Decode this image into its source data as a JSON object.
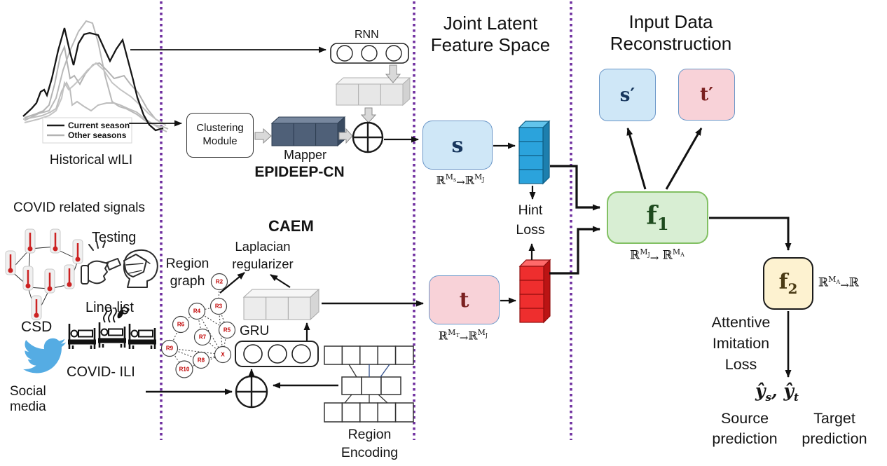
{
  "dividers": {
    "color": "#7030a0"
  },
  "historical_wili": {
    "title": "Historical wILI",
    "legend": {
      "current": "Current season",
      "other": "Other seasons",
      "current_color": "#1a1a1a",
      "other_color": "#b3b3b3"
    }
  },
  "epideep": {
    "rnn_label": "RNN",
    "clustering_line1": "Clustering",
    "clustering_line2": "Module",
    "mapper_label": "Mapper",
    "title": "EPIDEEP-CN"
  },
  "covid_signals": {
    "title": "COVID related signals",
    "testing_label": "Testing",
    "linelist_label": "Line-list",
    "csd_label": "CSD",
    "covid_ili_label": "COVID- ILI",
    "social_line1": "Social",
    "social_line2": "media",
    "twitter_color": "#55ace3"
  },
  "caem": {
    "title": "CAEM",
    "laplacian_line1": "Laplacian",
    "laplacian_line2": "regularizer",
    "region_graph_line1": "Region",
    "region_graph_line2": "graph",
    "gru_label": "GRU",
    "region_encoding_line1": "Region",
    "region_encoding_line2": "Encoding",
    "node_color": "#c00000",
    "nodes": [
      "R2",
      "R3",
      "R4",
      "R6",
      "R5",
      "R7",
      "R9",
      "X",
      "R8",
      "R10"
    ]
  },
  "joint_space": {
    "title_line1": "Joint Latent",
    "title_line2": "Feature Space",
    "s_label": "s",
    "t_label": "t",
    "s_fill": "#cfe7f7",
    "t_fill": "#f8d2d8",
    "blue_stack_color": "#2ba3dc",
    "red_stack_color": "#ee2e2e",
    "s_map": {
      "r1": "ℝ",
      "m1": "M",
      "s1": "s",
      "arrow": "→",
      "r2": "ℝ",
      "m2": "M",
      "s2": "J"
    },
    "t_map": {
      "r1": "ℝ",
      "m1": "M",
      "s1": "T",
      "arrow": "→",
      "r2": "ℝ",
      "m2": "M",
      "s2": "J"
    },
    "hint_line1": "Hint",
    "hint_line2": "Loss"
  },
  "reconstruction": {
    "title_line1": "Input Data",
    "title_line2": "Reconstruction",
    "s_prime_label": "s′",
    "t_prime_label": "t′"
  },
  "output": {
    "f1_base": "f",
    "f1_sub": "1",
    "f2_base": "f",
    "f2_sub": "2",
    "f1_fill": "#d8eed3",
    "f1_border": "#82c063",
    "f2_fill": "#fdf2d0",
    "f1_map": {
      "r1": "ℝ",
      "m1": "M",
      "s1": "J",
      "arrow": "→",
      "r2": "ℝ",
      "m2": "M",
      "s2": "A"
    },
    "f2_map": {
      "r1": "ℝ",
      "m1": "M",
      "s1": "A",
      "arrow": "→",
      "r2": "ℝ"
    },
    "attentive_line1": "Attentive",
    "attentive_line2": "Imitation",
    "attentive_line3": "Loss",
    "yhat_1": "ŷ",
    "yhat_1_sub": "s",
    "yhat_sep": ", ",
    "yhat_2": "ŷ",
    "yhat_2_sub": "t",
    "source_line1": "Source",
    "source_line2": "prediction",
    "target_line1": "Target",
    "target_line2": "prediction"
  }
}
